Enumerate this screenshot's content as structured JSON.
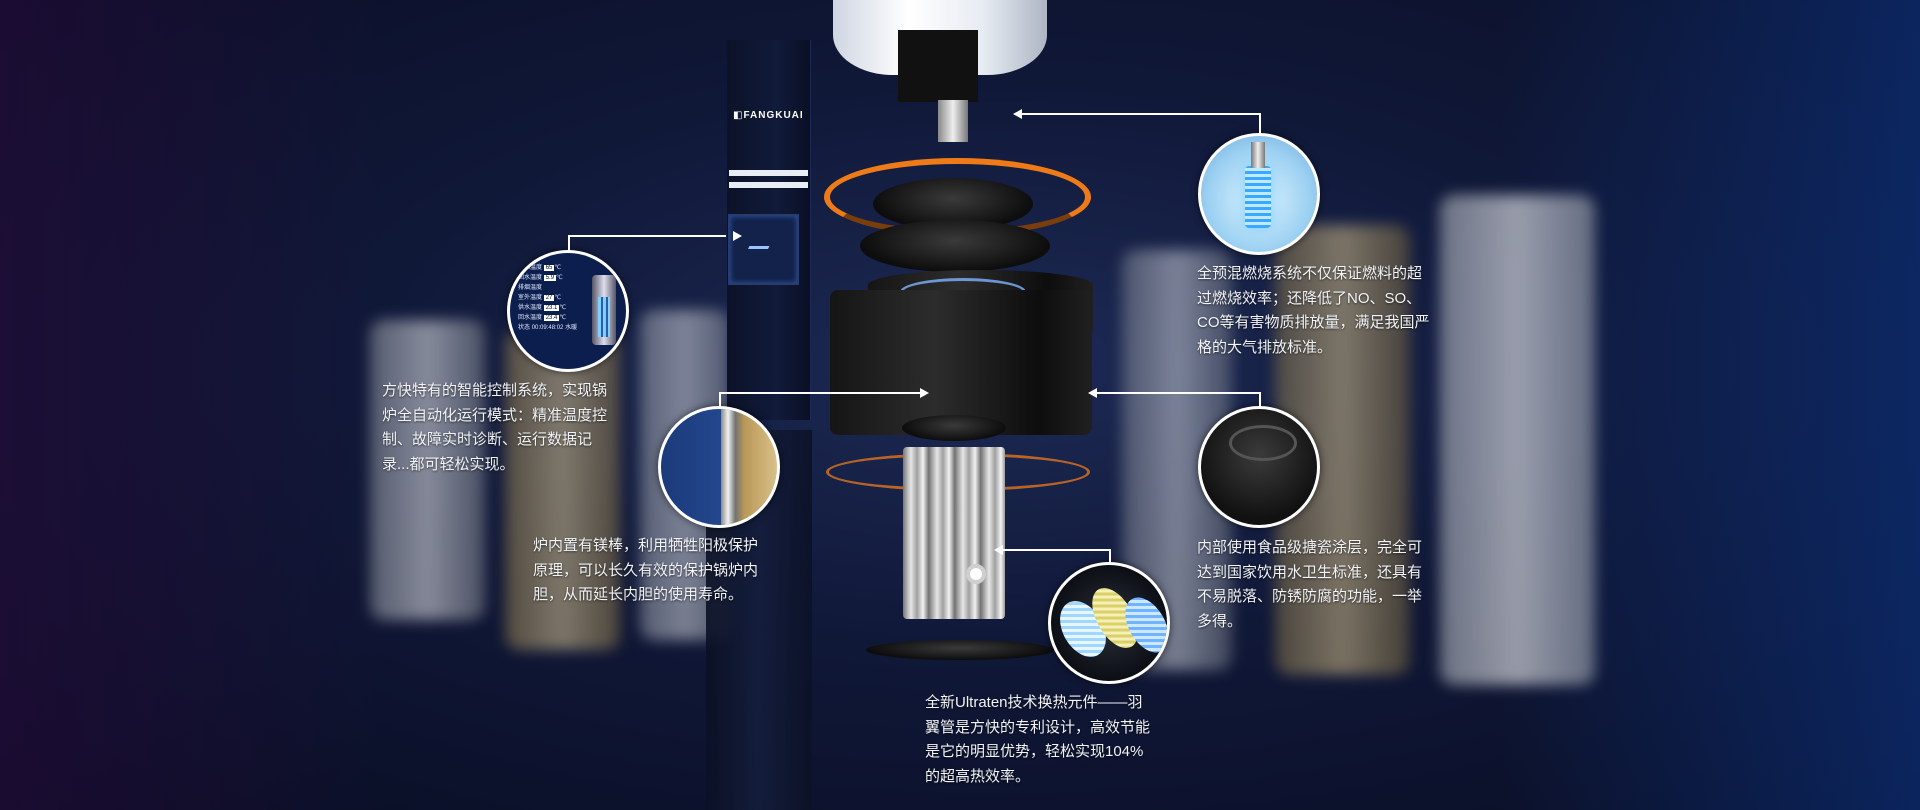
{
  "brand": {
    "logo_text": "FANGKUAI"
  },
  "control_screen": {
    "rows": [
      {
        "label": "出水温度",
        "value": "65",
        "unit": "℃"
      },
      {
        "label": "回水温度",
        "value": "5.9",
        "unit": "℃"
      },
      {
        "label": "排烟温度",
        "value": "",
        "unit": ""
      },
      {
        "label": "室外温度",
        "value": "27",
        "unit": "℃"
      },
      {
        "label": "供水温度",
        "value": "23.1",
        "unit": "℃"
      },
      {
        "label": "回水温度",
        "value": "23.4",
        "unit": "℃"
      }
    ],
    "status_label": "状态",
    "timer": "00:09:48:02",
    "mode": "水暖"
  },
  "features": [
    {
      "id": "control",
      "text_lines": [
        "方快特有的智能控制系统，实现锅",
        "炉全自动化运行模式：精准温度控",
        "制、故障实时诊断、运行数据记",
        "录...都可轻松实现。"
      ]
    },
    {
      "id": "burner",
      "text_lines": [
        "全预混燃烧系统不仅保证燃料的超",
        "过燃烧效率；还降低了NO、SO、",
        "CO等有害物质排放量，满足我国严",
        "格的大气排放标准。"
      ]
    },
    {
      "id": "anode",
      "text_lines": [
        "炉内置有镁棒，利用牺牲阳极保护",
        "原理，可以长久有效的保护锅炉内",
        "胆，从而延长内胆的使用寿命。"
      ]
    },
    {
      "id": "enamel",
      "text_lines": [
        "内部使用食品级搪瓷涂层，完全可",
        "达到国家饮用水卫生标准，还具有",
        "不易脱落、防锈防腐的功能，一举",
        "多得。"
      ]
    },
    {
      "id": "heat_exchanger",
      "text_lines": [
        "全新Ultraten技术换热元件——羽",
        "翼管是方快的专利设计，高效节能",
        "是它的明显优势，轻松实现104%",
        "的超高热效率。"
      ]
    }
  ],
  "colors": {
    "background": "#101838",
    "accent_orange": "#ef7b18",
    "line": "#ffffff",
    "glow_blue": "#7fd0ff"
  }
}
